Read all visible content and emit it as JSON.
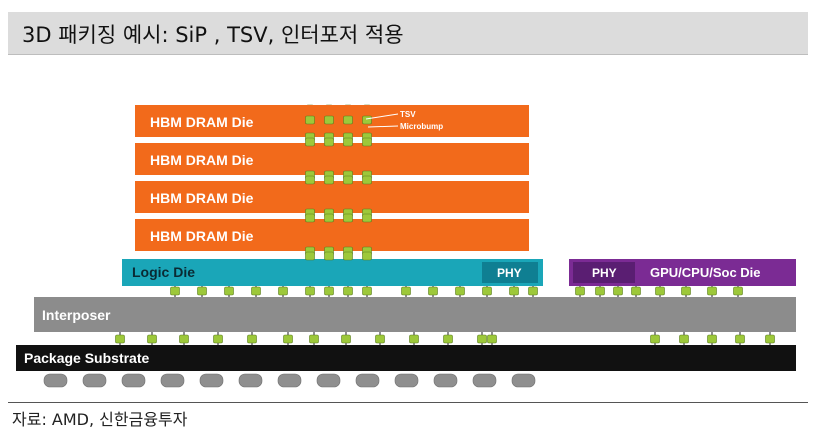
{
  "title": "3D 패키징 예시: SiP , TSV, 인터포저 적용",
  "source": "자료: AMD, 신한금융투자",
  "diagram": {
    "hbm_dies": [
      "HBM DRAM Die",
      "HBM DRAM Die",
      "HBM DRAM Die",
      "HBM DRAM Die"
    ],
    "tsv_label": "TSV",
    "microbump_label": "Microbump",
    "logic_die": "Logic Die",
    "logic_phy": "PHY",
    "gpu_phy": "PHY",
    "gpu_die": "GPU/CPU/Soc Die",
    "interposer": "Interposer",
    "package_substrate": "Package Substrate",
    "colors": {
      "hbm": "#f26a1b",
      "logic": "#1aa6b8",
      "logic_phy": "#0f7f92",
      "gpu": "#7b2b94",
      "gpu_phy": "#5a1e72",
      "interposer": "#8c8c8c",
      "substrate": "#111111",
      "bump": "#9dc83a",
      "ball": "#8f8f8f",
      "trace": "#222222"
    }
  }
}
